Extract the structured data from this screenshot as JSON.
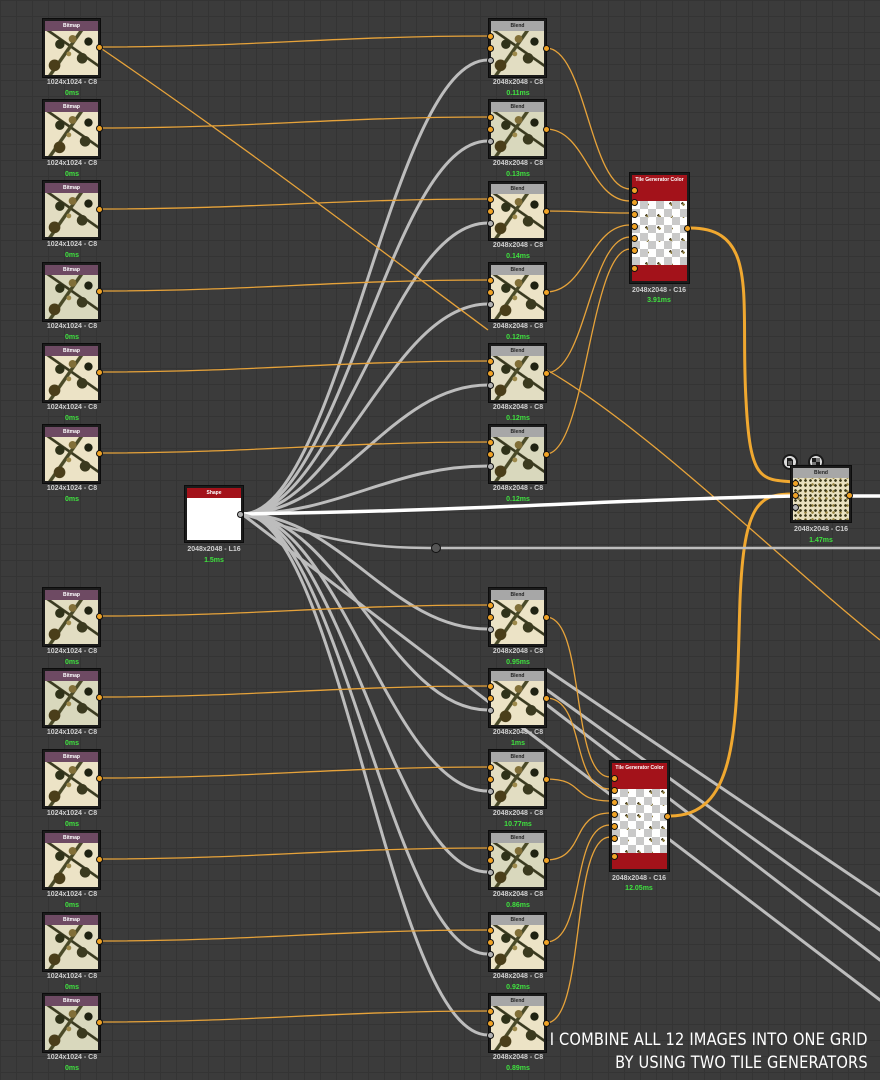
{
  "bitmaps": [
    {
      "title": "Bitmap",
      "res": "1024x1024 - C8",
      "time": "0ms"
    },
    {
      "title": "Bitmap",
      "res": "1024x1024 - C8",
      "time": "0ms"
    },
    {
      "title": "Bitmap",
      "res": "1024x1024 - C8",
      "time": "0ms"
    },
    {
      "title": "Bitmap",
      "res": "1024x1024 - C8",
      "time": "0ms"
    },
    {
      "title": "Bitmap",
      "res": "1024x1024 - C8",
      "time": "0ms"
    },
    {
      "title": "Bitmap",
      "res": "1024x1024 - C8",
      "time": "0ms"
    },
    {
      "title": "Bitmap",
      "res": "1024x1024 - C8",
      "time": "0ms"
    },
    {
      "title": "Bitmap",
      "res": "1024x1024 - C8",
      "time": "0ms"
    },
    {
      "title": "Bitmap",
      "res": "1024x1024 - C8",
      "time": "0ms"
    },
    {
      "title": "Bitmap",
      "res": "1024x1024 - C8",
      "time": "0ms"
    },
    {
      "title": "Bitmap",
      "res": "1024x1024 - C8",
      "time": "0ms"
    },
    {
      "title": "Bitmap",
      "res": "1024x1024 - C8",
      "time": "0ms"
    }
  ],
  "blends": [
    {
      "title": "Blend",
      "res": "2048x2048 - C8",
      "time": "0.11ms"
    },
    {
      "title": "Blend",
      "res": "2048x2048 - C8",
      "time": "0.13ms"
    },
    {
      "title": "Blend",
      "res": "2048x2048 - C8",
      "time": "0.14ms"
    },
    {
      "title": "Blend",
      "res": "2048x2048 - C8",
      "time": "0.12ms"
    },
    {
      "title": "Blend",
      "res": "2048x2048 - C8",
      "time": "0.12ms"
    },
    {
      "title": "Blend",
      "res": "2048x2048 - C8",
      "time": "0.12ms"
    },
    {
      "title": "Blend",
      "res": "2048x2048 - C8",
      "time": "0.95ms"
    },
    {
      "title": "Blend",
      "res": "2048x2048 - C8",
      "time": "1ms"
    },
    {
      "title": "Blend",
      "res": "2048x2048 - C8",
      "time": "10.77ms"
    },
    {
      "title": "Blend",
      "res": "2048x2048 - C8",
      "time": "0.86ms"
    },
    {
      "title": "Blend",
      "res": "2048x2048 - C8",
      "time": "0.92ms"
    },
    {
      "title": "Blend",
      "res": "2048x2048 - C8",
      "time": "0.89ms"
    }
  ],
  "tile_generators": [
    {
      "title": "Tile Generator Color",
      "res": "2048x2048 - C16",
      "time": "3.91ms"
    },
    {
      "title": "Tile Generator Color",
      "res": "2048x2048 - C16",
      "time": "12.05ms"
    }
  ],
  "shape": {
    "title": "Shape",
    "res": "2048x2048 - L16",
    "time": "1.5ms"
  },
  "final_blend": {
    "title": "Blend",
    "res": "2048x2048 - C16",
    "time": "1.47ms"
  },
  "caption": {
    "line1": "I COMBINE ALL 12 IMAGES INTO ONE GRID",
    "line2": "BY USING TWO TILE GENERATORS"
  },
  "colors": {
    "wire_color": "#e7a33a",
    "wire_gray": "#bdbdbd",
    "timing": "#3fe23f"
  },
  "icons": [
    "document-icon",
    "checker-icon"
  ]
}
